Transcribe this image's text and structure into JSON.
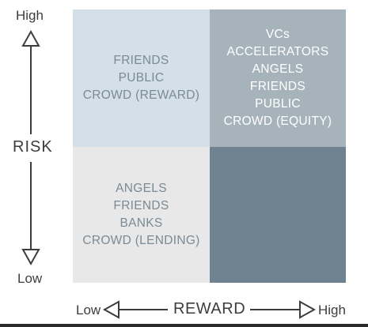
{
  "axes": {
    "y": {
      "title": "RISK",
      "high_label": "High",
      "low_label": "Low"
    },
    "x": {
      "title": "REWARD",
      "low_label": "Low",
      "high_label": "High"
    }
  },
  "quadrants": {
    "high_risk_low_reward": {
      "items": [
        "FRIENDS",
        "PUBLIC",
        "CROWD (REWARD)"
      ],
      "background": "#d3e0e8",
      "text_color": "#7b8a94"
    },
    "high_risk_high_reward": {
      "items": [
        "VCs",
        "ACCELERATORS",
        "ANGELS",
        "FRIENDS",
        "PUBLIC",
        "CROWD (EQUITY)"
      ],
      "background": "#a6b3bb",
      "text_color": "#ffffff"
    },
    "low_risk_low_reward": {
      "items": [
        "ANGELS",
        "FRIENDS",
        "BANKS",
        "CROWD (LENDING)"
      ],
      "background": "#e8e8e8",
      "text_color": "#7b8a94"
    },
    "low_risk_high_reward": {
      "items": [],
      "background": "#6f8290",
      "text_color": "#ffffff"
    }
  },
  "colors": {
    "axis": "#3d3d3d",
    "bottom_rule": "#2b2b2b"
  }
}
